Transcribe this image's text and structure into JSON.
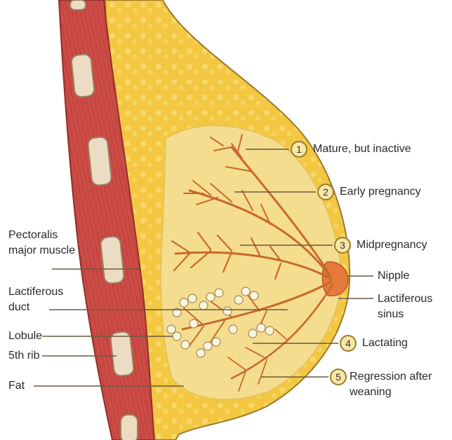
{
  "labels_left": {
    "pectoralis": "Pectoralis major muscle",
    "lactiferous_duct": "Lactiferous duct",
    "lobule": "Lobule",
    "rib": "5th rib",
    "fat": "Fat"
  },
  "labels_right": {
    "nipple": "Nipple",
    "lactiferous_sinus": "Lactiferous sinus"
  },
  "stages": [
    {
      "num": "1",
      "label": "Mature, but inactive"
    },
    {
      "num": "2",
      "label": "Early pregnancy"
    },
    {
      "num": "3",
      "label": "Midpregnancy"
    },
    {
      "num": "4",
      "label": "Lactating"
    },
    {
      "num": "5",
      "label": "Regression after weaning"
    }
  ],
  "colors": {
    "muscle": "#c0423e",
    "rib": "#ecdcc4",
    "fat": "#f2c640",
    "gland": "#f3dc8c",
    "duct": "#c9682c",
    "nipple": "#e47a3c"
  }
}
